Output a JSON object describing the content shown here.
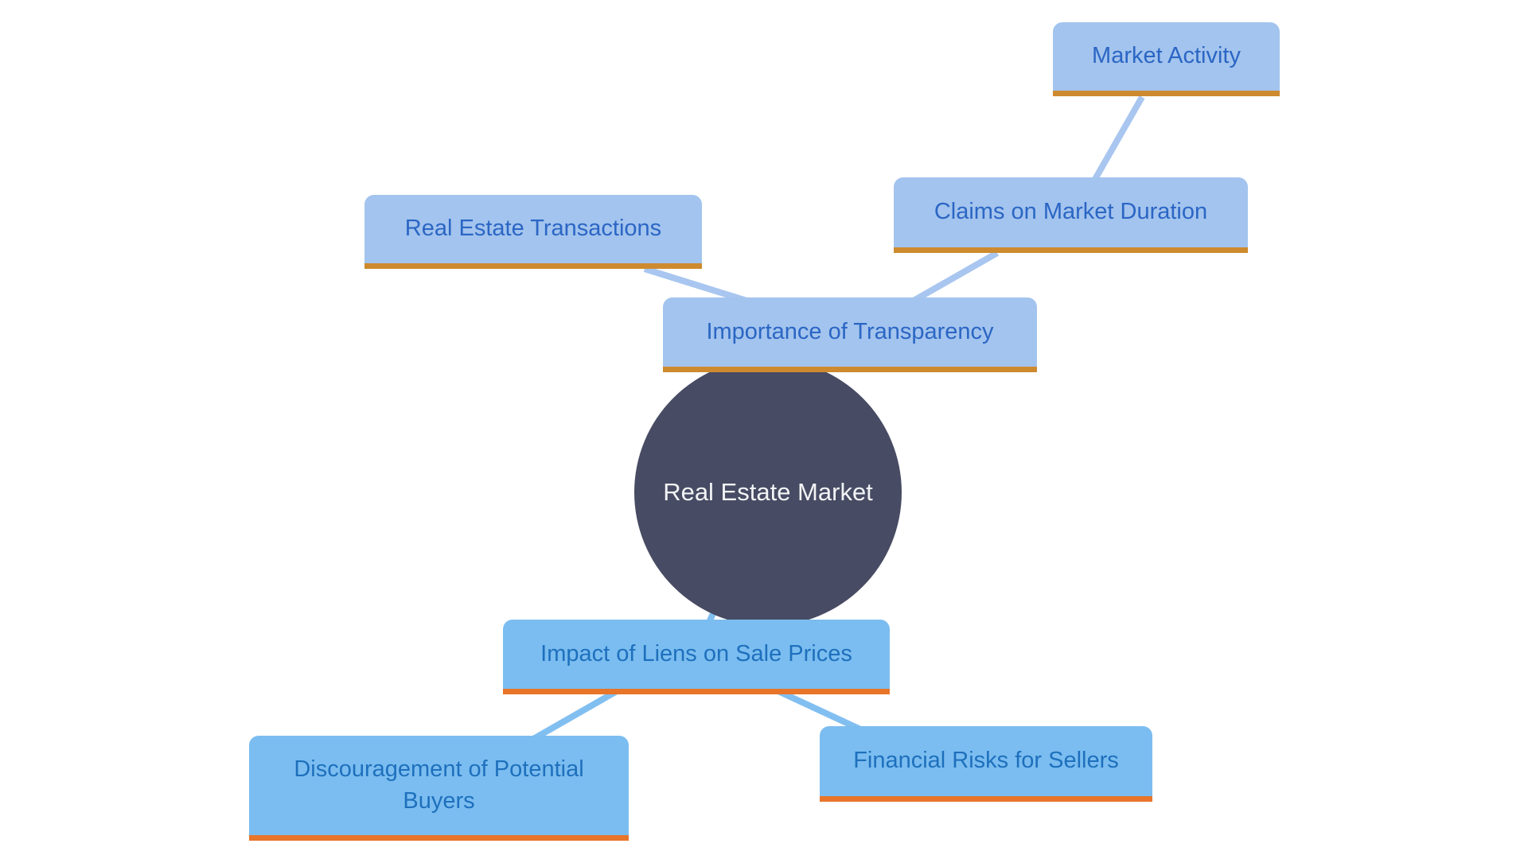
{
  "diagram": {
    "type": "mindmap",
    "center_node": {
      "label": "Real Estate Market"
    },
    "nodes": {
      "market_activity": {
        "label": "Market Activity",
        "branch": "transparency"
      },
      "claims": {
        "label": "Claims on Market Duration",
        "branch": "transparency"
      },
      "transactions": {
        "label": "Real Estate Transactions",
        "branch": "transparency"
      },
      "transparency": {
        "label": "Importance of Transparency",
        "branch": "transparency"
      },
      "liens": {
        "label": "Impact of Liens on Sale Prices",
        "branch": "liens"
      },
      "discouragement": {
        "label": "Discouragement of Potential Buyers",
        "branch": "liens"
      },
      "financial": {
        "label": "Financial Risks for Sellers",
        "branch": "liens"
      }
    },
    "edges": [
      {
        "from": "claims",
        "to": "market_activity"
      },
      {
        "from": "transparency",
        "to": "claims"
      },
      {
        "from": "transparency",
        "to": "transactions"
      },
      {
        "from": "center",
        "to": "transparency"
      },
      {
        "from": "center",
        "to": "liens"
      },
      {
        "from": "liens",
        "to": "discouragement"
      },
      {
        "from": "liens",
        "to": "financial"
      }
    ],
    "colors": {
      "background": "#FFFFFF",
      "center_fill": "#474B63",
      "center_text": "#F2F3F5",
      "top_branch_fill": "#A3C4EE",
      "top_branch_text": "#2B66C4",
      "top_branch_accent": "#CE8A2E",
      "top_branch_edge": "#A8C6EF",
      "bottom_branch_fill": "#7BBDF0",
      "bottom_branch_text": "#1E70BD",
      "bottom_branch_accent": "#E8752A",
      "bottom_branch_edge": "#82BFF1"
    }
  }
}
